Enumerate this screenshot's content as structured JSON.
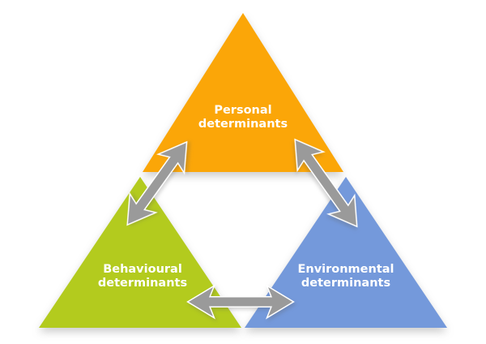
{
  "diagram": {
    "type": "triadic-reciprocal-determinism-triangle",
    "nodes": {
      "personal": {
        "line1": "Personal",
        "line2": "determinants"
      },
      "behavioural": {
        "line1": "Behavioural",
        "line2": "determinants"
      },
      "environmental": {
        "line1": "Environmental",
        "line2": "determinants"
      }
    },
    "relations": [
      {
        "from": "personal",
        "to": "behavioural",
        "style": "double-headed-arrow"
      },
      {
        "from": "personal",
        "to": "environmental",
        "style": "double-headed-arrow"
      },
      {
        "from": "behavioural",
        "to": "environmental",
        "style": "double-headed-arrow"
      }
    ]
  },
  "colors": {
    "personal": "#FBA608",
    "behavioural": "#B3CB1E",
    "environmental": "#7499DB",
    "arrow_fill": "#9A9A9A",
    "arrow_outline": "#FFFFFF",
    "label_text": "#FFFFFF",
    "background": "#FFFFFF"
  }
}
